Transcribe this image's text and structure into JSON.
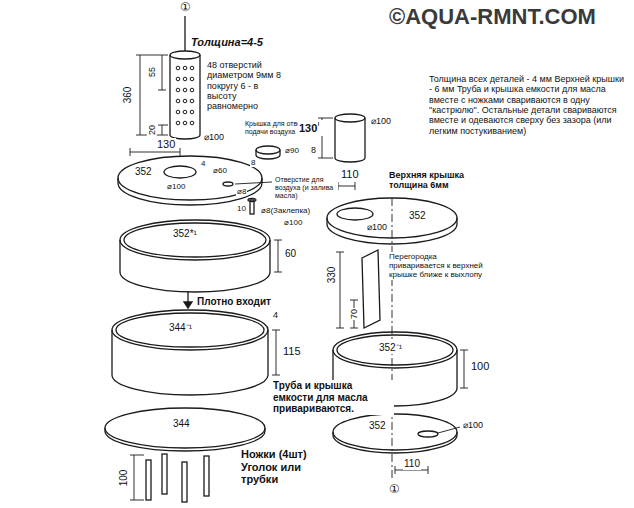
{
  "diagram": {
    "labels": [
      "①",
      "Толщина=4-5",
      "48 отверстий диаметром 9мм 8 покругу 6 - в высоту равномерно",
      "360",
      "55",
      "20",
      "⌀100",
      "130",
      "352",
      "⌀100",
      "4",
      "⌀60",
      "⌀8",
      "Крышка для отверстия подачи воздуха",
      "8",
      "⌀90",
      "Отверстие для воздуха (и залива масла)",
      "10",
      "⌀8(Заклепка)",
      "⌀100",
      "352*¹",
      "60",
      "Плотно входит",
      "344⁻¹",
      "4",
      "115",
      "Труба и крышка емкости для масла привариваются.",
      "344",
      "Ножки (4шт) Уголок или трубки",
      "100",
      "Толщина всех деталей - 4 мм Верхней крышки - 6 мм Труба и крышка емкости для масла вместе с ножками свариваются в одну \"кастрюлю\". Остальные детали свариваются вместе и одеваются сверху без зазора (или легким постукиванием)",
      "130",
      "8",
      "⌀100",
      "110",
      "Верхняя крышка толщина 6мм",
      "352",
      "⌀100",
      "330",
      "70",
      "Перегородка приваривается к верхней крышке ближе к выхлопу",
      "352⁻¹",
      "100",
      "352",
      "⌀100",
      "110",
      "①",
      "©AQUA-RMNT.COM"
    ]
  }
}
